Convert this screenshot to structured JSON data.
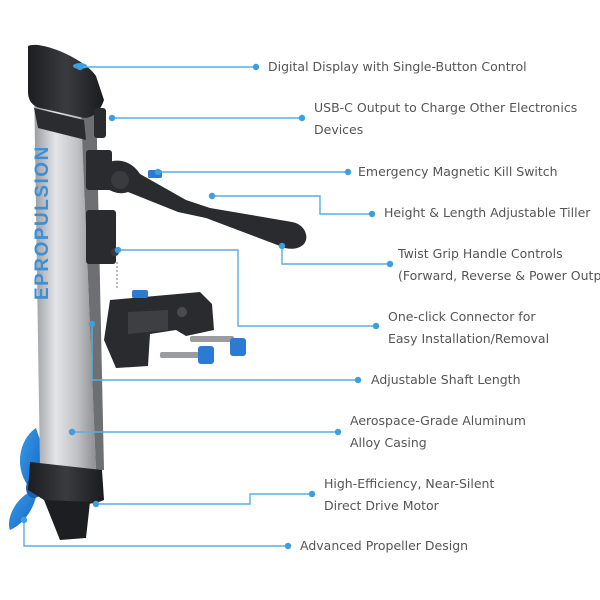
{
  "brand_text": "EPROPULSION",
  "colors": {
    "accent": "#3d9ee0",
    "leader": "#5aaee0",
    "text": "#555555",
    "propeller": "#1e7fd8",
    "knob": "#2a7ad6",
    "shaft": "#c0c2c6",
    "housing": "#2a2b2e"
  },
  "labels": {
    "display": [
      "Digital Display with Single-Button Control"
    ],
    "usbc": [
      "USB-C Output to Charge Other Electronics",
      "Devices"
    ],
    "kill_switch": [
      "Emergency Magnetic Kill Switch"
    ],
    "tiller": [
      "Height & Length Adjustable Tiller"
    ],
    "twist_grip": [
      "Twist Grip Handle Controls",
      "(Forward, Reverse & Power Output)"
    ],
    "connector": [
      "One-click Connector for",
      "Easy Installation/Removal"
    ],
    "shaft_length": [
      "Adjustable Shaft Length"
    ],
    "casing": [
      "Aerospace-Grade Aluminum",
      "Alloy Casing"
    ],
    "motor": [
      "High-Efficiency, Near-Silent",
      "Direct Drive Motor"
    ],
    "propeller": [
      "Advanced Propeller Design"
    ]
  }
}
